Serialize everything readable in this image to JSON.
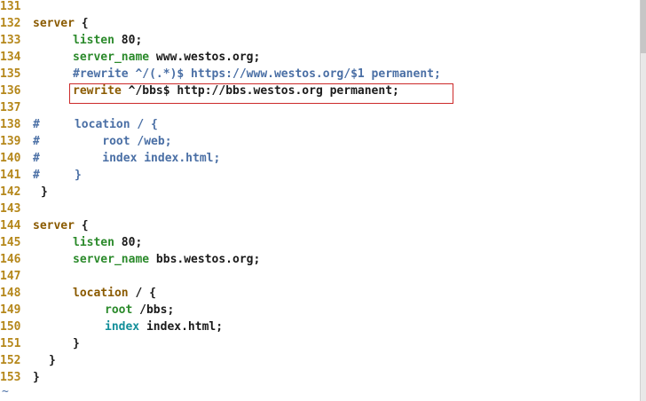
{
  "lines": [
    {
      "n": "131",
      "indent": 0,
      "segments": []
    },
    {
      "n": "132",
      "indent": 0,
      "segments": [
        {
          "c": "kw",
          "t": "server"
        },
        {
          "c": "fg",
          "t": " {"
        }
      ]
    },
    {
      "n": "133",
      "indent": 5,
      "segments": [
        {
          "c": "dir",
          "t": "listen"
        },
        {
          "c": "fg",
          "t": " 80;"
        }
      ]
    },
    {
      "n": "134",
      "indent": 5,
      "segments": [
        {
          "c": "dir",
          "t": "server_name"
        },
        {
          "c": "fg",
          "t": " www.westos.org;"
        }
      ]
    },
    {
      "n": "135",
      "indent": 5,
      "segments": [
        {
          "c": "cmt",
          "t": "#rewrite ^/(.*)$ https://www.westos.org/$1 permanent;"
        }
      ]
    },
    {
      "n": "136",
      "indent": 5,
      "segments": [
        {
          "c": "kw",
          "t": "rewrite"
        },
        {
          "c": "fg",
          "t": " ^/bbs$ http://bbs.westos.org permanent;"
        }
      ]
    },
    {
      "n": "137",
      "indent": 0,
      "segments": []
    },
    {
      "n": "138",
      "indent": 0,
      "segments": [
        {
          "c": "cmt",
          "t": "#     location / {"
        }
      ]
    },
    {
      "n": "139",
      "indent": 0,
      "segments": [
        {
          "c": "cmt",
          "t": "#         root /web;"
        }
      ]
    },
    {
      "n": "140",
      "indent": 0,
      "segments": [
        {
          "c": "cmt",
          "t": "#         index index.html;"
        }
      ]
    },
    {
      "n": "141",
      "indent": 0,
      "segments": [
        {
          "c": "cmt",
          "t": "#     }"
        }
      ]
    },
    {
      "n": "142",
      "indent": 1,
      "segments": [
        {
          "c": "fg",
          "t": "}"
        }
      ]
    },
    {
      "n": "143",
      "indent": 0,
      "segments": []
    },
    {
      "n": "144",
      "indent": 0,
      "segments": [
        {
          "c": "kw",
          "t": "server"
        },
        {
          "c": "fg",
          "t": " {"
        }
      ]
    },
    {
      "n": "145",
      "indent": 5,
      "segments": [
        {
          "c": "dir",
          "t": "listen"
        },
        {
          "c": "fg",
          "t": " 80;"
        }
      ]
    },
    {
      "n": "146",
      "indent": 5,
      "segments": [
        {
          "c": "dir",
          "t": "server_name"
        },
        {
          "c": "fg",
          "t": " bbs.westos.org;"
        }
      ]
    },
    {
      "n": "147",
      "indent": 0,
      "segments": []
    },
    {
      "n": "148",
      "indent": 5,
      "segments": [
        {
          "c": "kw",
          "t": "location"
        },
        {
          "c": "fg",
          "t": " / {"
        }
      ]
    },
    {
      "n": "149",
      "indent": 9,
      "segments": [
        {
          "c": "dir",
          "t": "root"
        },
        {
          "c": "fg",
          "t": " /bbs;"
        }
      ]
    },
    {
      "n": "150",
      "indent": 9,
      "segments": [
        {
          "c": "cyan",
          "t": "index"
        },
        {
          "c": "fg",
          "t": " index.html;"
        }
      ]
    },
    {
      "n": "151",
      "indent": 5,
      "segments": [
        {
          "c": "fg",
          "t": "}"
        }
      ]
    },
    {
      "n": "152",
      "indent": 2,
      "segments": [
        {
          "c": "fg",
          "t": "}"
        }
      ]
    },
    {
      "n": "153",
      "indent": 0,
      "segments": [
        {
          "c": "fg",
          "t": "}"
        }
      ]
    }
  ],
  "tilde": "~",
  "highlight_line": "136",
  "colors": {
    "line_number": "#b5871a",
    "keyword": "#8a5a00",
    "directive": "#2b8a2b",
    "comment": "#4a6fa5",
    "highlight_border": "#cc2a2a"
  }
}
